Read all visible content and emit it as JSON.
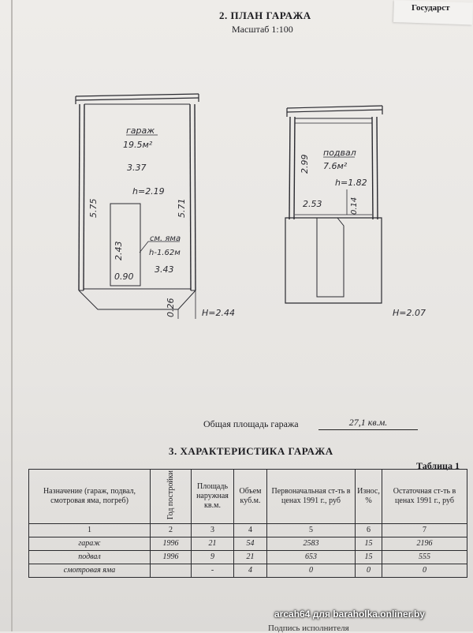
{
  "corner_fragment": "Государст",
  "section2": {
    "title": "2. ПЛАН ГАРАЖА",
    "scale": "Масштаб 1:100"
  },
  "garage_plan": {
    "room_name": "гараж",
    "room_area": "19.5м²",
    "width": "3.37",
    "height_inner": "h=2.19",
    "left_length": "5.75",
    "right_length": "5.71",
    "pit_length": "2.43",
    "pit_label": "см. яма",
    "pit_height": "h-1.62м",
    "pit_width": "0.90",
    "bottom_width": "3.43",
    "wall": "0.26",
    "outer_height": "H=2.44"
  },
  "cellar_plan": {
    "room_name": "подвал",
    "room_area": "7.6м²",
    "height_inner": "h=1.82",
    "left_length": "2.99",
    "width": "2.53",
    "small_dim": "0.14",
    "outer_height": "H=2.07"
  },
  "total_area": {
    "label": "Общая площадь гаража",
    "value": "27,1 кв.м."
  },
  "section3": {
    "title": "3. ХАРАКТЕРИСТИКА ГАРАЖА",
    "table_label": "Таблица 1",
    "headers": [
      "Назначение (гараж, подвал, смотровая яма, погреб)",
      "Год постройки",
      "Площадь наружная кв.м.",
      "Объем куб.м.",
      "Первоначальная ст-ть в ценах 1991 г., руб",
      "Износ, %",
      "Остаточная ст-ть в ценах 1991 г., руб"
    ],
    "numbers": [
      "1",
      "2",
      "3",
      "4",
      "5",
      "6",
      "7"
    ],
    "rows": [
      [
        "гараж",
        "1996",
        "21",
        "54",
        "2583",
        "15",
        "2196"
      ],
      [
        "подвал",
        "1996",
        "9",
        "21",
        "653",
        "15",
        "555"
      ],
      [
        "смотровая яма",
        "",
        "-",
        "4",
        "0",
        "0",
        "0"
      ]
    ]
  },
  "signature_line": "Подпись исполнителя",
  "watermark": "arcah64 для baraholka.onliner.by"
}
